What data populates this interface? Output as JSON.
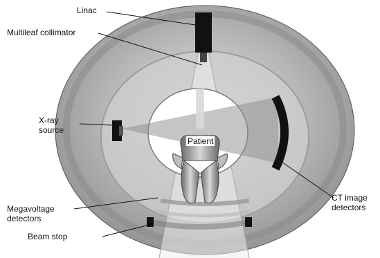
{
  "diagram": {
    "labels": {
      "linac": "Linac",
      "multileaf_collimator": "Multileaf collimator",
      "xray_source": [
        "X-ray",
        "source"
      ],
      "patient": "Patient",
      "ct_image_detectors": [
        "CT image",
        "detectors"
      ],
      "megavoltage_detectors": [
        "Megavoltage",
        "detectors"
      ],
      "beam_stop": "Beam stop"
    },
    "colors": {
      "ring_outer": "#9a9a9a",
      "ring_inner": "#c9c9c9",
      "ink": "#111111",
      "beam": "#d6d6d6"
    }
  }
}
